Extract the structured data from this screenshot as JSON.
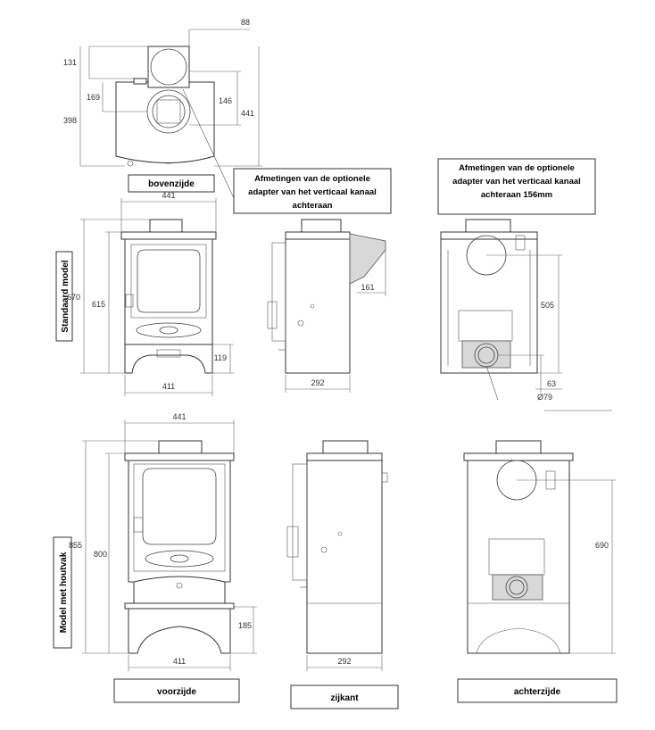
{
  "labels": {
    "top_view": "bovenzijde",
    "front_view": "voorzijde",
    "side_view": "zijkant",
    "back_view": "achterzijde",
    "standard_model": "Standaard model",
    "wood_storage_model": "Model met houtvak"
  },
  "notes": {
    "adapter_side": [
      "Afmetingen van de optionele",
      "adapter van het verticaal kanaal",
      "achteraan"
    ],
    "adapter_back": [
      "Afmetingen van de optionele",
      "adapter van het verticaal kanaal",
      "achteraan 156mm"
    ]
  },
  "dimensions": {
    "top": {
      "offset": "88",
      "collar": "131",
      "flue_center": "169",
      "depth_total": "398",
      "rear_flue": "146",
      "width_side": "441"
    },
    "standard_front": {
      "width_top": "441",
      "height_total": "670",
      "height_body": "615",
      "leg_height": "119",
      "width_base": "411"
    },
    "standard_side": {
      "adapter": "161",
      "depth": "292"
    },
    "standard_back": {
      "flue_height": "505",
      "flue_offset": "63",
      "diameter": "Ø79"
    },
    "wood_front": {
      "width_top": "441",
      "height_total": "855",
      "height_body": "800",
      "store_height": "185",
      "width_base": "411"
    },
    "wood_side": {
      "depth": "292"
    },
    "wood_back": {
      "flue_height": "690"
    }
  }
}
